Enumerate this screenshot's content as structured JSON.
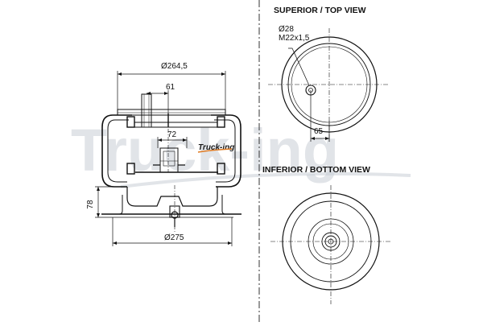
{
  "views": {
    "top_title": "SUPERIOR / TOP VIEW",
    "bottom_title": "INFERIOR / BOTTOM VIEW"
  },
  "dimensions": {
    "top_diameter": "Ø264,5",
    "stud_offset": "61",
    "insert_width": "72",
    "height": "78",
    "base_diameter": "Ø275",
    "port_diameter": "Ø28",
    "thread": "M22x1,5",
    "port_offset": "65"
  },
  "branding": {
    "watermark": "Truck-ing",
    "logo_text": "Truck-ing",
    "watermark_color": "#c9ced6",
    "accent_color": "#f2c9a0"
  }
}
